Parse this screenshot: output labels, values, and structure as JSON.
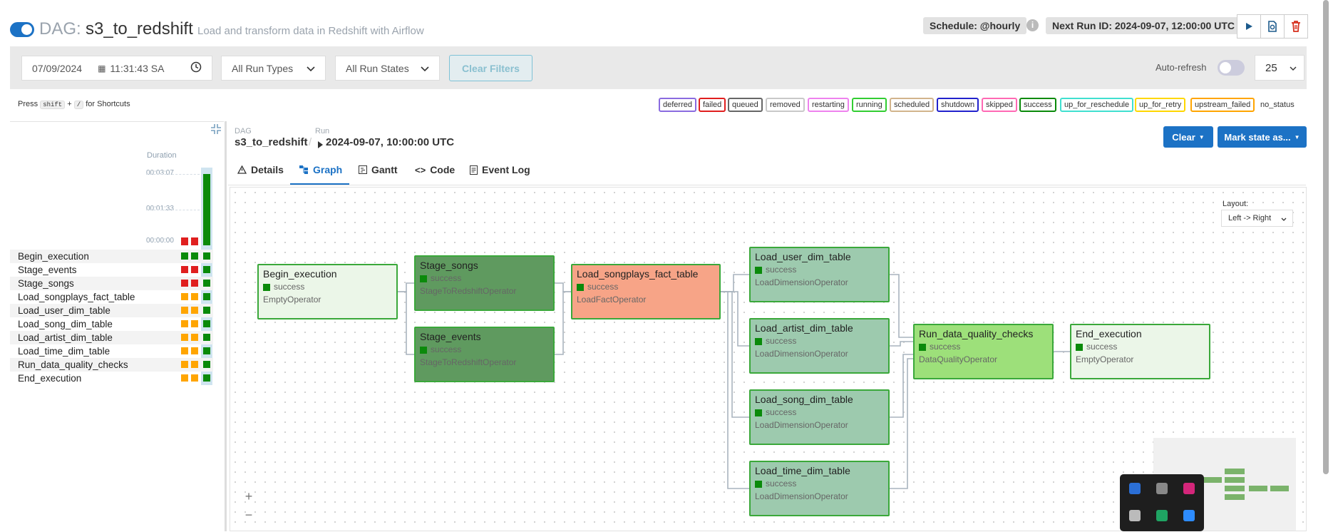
{
  "header": {
    "dag_label": "DAG:",
    "dag_id": "s3_to_redshift",
    "description": "Load and transform data in Redshift with Airflow",
    "schedule": "Schedule: @hourly",
    "next_run": "Next Run ID: 2024-09-07, 12:00:00 UTC",
    "info_glyph": "i"
  },
  "filters": {
    "date": "07/09/2024",
    "time": "11:31:43 SA",
    "run_types": "All Run Types",
    "run_states": "All Run States",
    "clear_filters": "Clear Filters",
    "auto_refresh": "Auto-refresh",
    "page_size": "25"
  },
  "shortcuts": {
    "press": "Press",
    "key1": "shift",
    "plus": "+",
    "key2": "/",
    "suffix": "for Shortcuts"
  },
  "legend": [
    {
      "label": "deferred",
      "color": "#8a6be0"
    },
    {
      "label": "failed",
      "color": "#e01f1f"
    },
    {
      "label": "queued",
      "color": "#666666"
    },
    {
      "label": "removed",
      "color": "#c8c8c8"
    },
    {
      "label": "restarting",
      "color": "#ee82ee"
    },
    {
      "label": "running",
      "color": "#32cd32"
    },
    {
      "label": "scheduled",
      "color": "#d2b48c"
    },
    {
      "label": "shutdown",
      "color": "#2222cc"
    },
    {
      "label": "skipped",
      "color": "#ff69b4"
    },
    {
      "label": "success",
      "color": "#0a8a0a"
    },
    {
      "label": "up_for_reschedule",
      "color": "#40e0d0"
    },
    {
      "label": "up_for_retry",
      "color": "#ffd700"
    },
    {
      "label": "upstream_failed",
      "color": "#ffa500"
    },
    {
      "label": "no_status",
      "color": "transparent"
    }
  ],
  "grid": {
    "duration_label": "Duration",
    "ticks": [
      "00:03:07",
      "00:01:33",
      "00:00:00"
    ],
    "tasks": [
      {
        "name": "Begin_execution",
        "states": [
          "success",
          "success",
          "success"
        ]
      },
      {
        "name": "Stage_events",
        "states": [
          "failed",
          "failed",
          "success"
        ]
      },
      {
        "name": "Stage_songs",
        "states": [
          "failed",
          "failed",
          "success"
        ]
      },
      {
        "name": "Load_songplays_fact_table",
        "states": [
          "upstream_failed",
          "upstream_failed",
          "success"
        ]
      },
      {
        "name": "Load_user_dim_table",
        "states": [
          "upstream_failed",
          "upstream_failed",
          "success"
        ]
      },
      {
        "name": "Load_song_dim_table",
        "states": [
          "upstream_failed",
          "upstream_failed",
          "success"
        ]
      },
      {
        "name": "Load_artist_dim_table",
        "states": [
          "upstream_failed",
          "upstream_failed",
          "success"
        ]
      },
      {
        "name": "Load_time_dim_table",
        "states": [
          "upstream_failed",
          "upstream_failed",
          "success"
        ]
      },
      {
        "name": "Run_data_quality_checks",
        "states": [
          "upstream_failed",
          "upstream_failed",
          "success"
        ]
      },
      {
        "name": "End_execution",
        "states": [
          "upstream_failed",
          "upstream_failed",
          "success"
        ]
      }
    ]
  },
  "breadcrumb": {
    "dag_label": "DAG",
    "dag_value": "s3_to_redshift",
    "run_label": "Run",
    "run_value": "2024-09-07, 10:00:00 UTC"
  },
  "actions": {
    "clear": "Clear",
    "mark_state": "Mark state as..."
  },
  "tabs": [
    "Details",
    "Graph",
    "Gantt",
    "Code",
    "Event Log"
  ],
  "graph": {
    "layout_label": "Layout:",
    "layout_value": "Left -> Right",
    "zoom_in": "+",
    "zoom_out": "−",
    "nodes": [
      {
        "id": "begin",
        "name": "Begin_execution",
        "state": "success",
        "operator": "EmptyOperator",
        "fill": "#ebf6e8"
      },
      {
        "id": "stage_songs",
        "name": "Stage_songs",
        "state": "success",
        "operator": "StageToRedshiftOperator",
        "fill": "#5f9a5f"
      },
      {
        "id": "stage_events",
        "name": "Stage_events",
        "state": "success",
        "operator": "StageToRedshiftOperator",
        "fill": "#5f9a5f"
      },
      {
        "id": "songplays",
        "name": "Load_songplays_fact_table",
        "state": "success",
        "operator": "LoadFactOperator",
        "fill": "#f7a487"
      },
      {
        "id": "user_dim",
        "name": "Load_user_dim_table",
        "state": "success",
        "operator": "LoadDimensionOperator",
        "fill": "#9dcaae"
      },
      {
        "id": "artist_dim",
        "name": "Load_artist_dim_table",
        "state": "success",
        "operator": "LoadDimensionOperator",
        "fill": "#9dcaae"
      },
      {
        "id": "song_dim",
        "name": "Load_song_dim_table",
        "state": "success",
        "operator": "LoadDimensionOperator",
        "fill": "#9dcaae"
      },
      {
        "id": "time_dim",
        "name": "Load_time_dim_table",
        "state": "success",
        "operator": "LoadDimensionOperator",
        "fill": "#9dcaae"
      },
      {
        "id": "quality",
        "name": "Run_data_quality_checks",
        "state": "success",
        "operator": "DataQualityOperator",
        "fill": "#9de07a"
      },
      {
        "id": "end",
        "name": "End_execution",
        "state": "success",
        "operator": "EmptyOperator",
        "fill": "#ebf6e8"
      }
    ]
  }
}
